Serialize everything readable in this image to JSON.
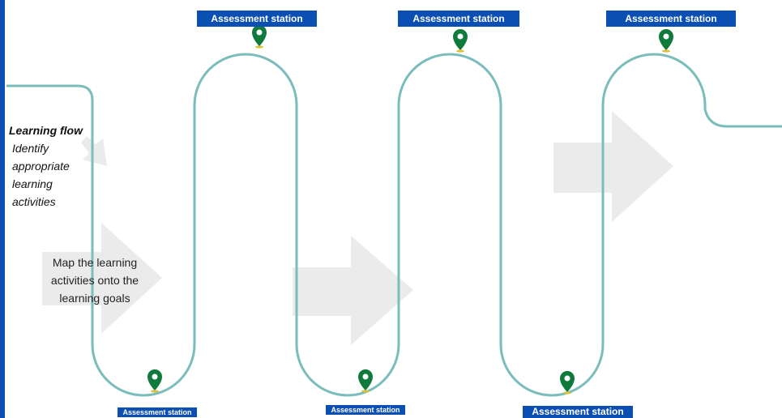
{
  "colors": {
    "accent_bar": "#0b4fb3",
    "station_bg": "#0b4fb3",
    "path": "#7bbcbc",
    "pin": "#0f7a3b",
    "arrow": "#ebebeb"
  },
  "learning_flow": {
    "title": "Learning flow",
    "body": "Identify appropriate learning activities"
  },
  "arrow_label": "Map the learning activities onto the learning goals",
  "stations": {
    "top_1": "Assessment station",
    "top_2": "Assessment station",
    "top_3": "Assessment station",
    "bottom_1": "Assessment station",
    "bottom_2": "Assessment station",
    "bottom_3": "Assessment station"
  },
  "icons": {
    "pin": "map-pin-icon",
    "arrow": "right-arrow-icon"
  }
}
